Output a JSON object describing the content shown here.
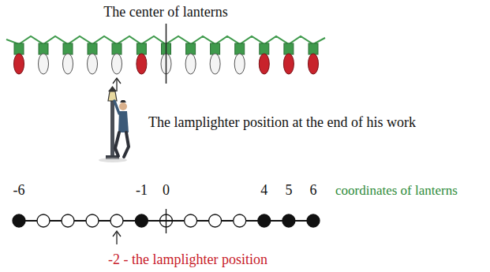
{
  "diagram": {
    "labels": [
      "The center of lanterns",
      "The lamplighter position at the end of his work",
      "-6",
      "-1",
      "0",
      "4",
      "5",
      "6",
      "coordinates of lanterns",
      "-2 - the lamplighter position"
    ]
  }
}
